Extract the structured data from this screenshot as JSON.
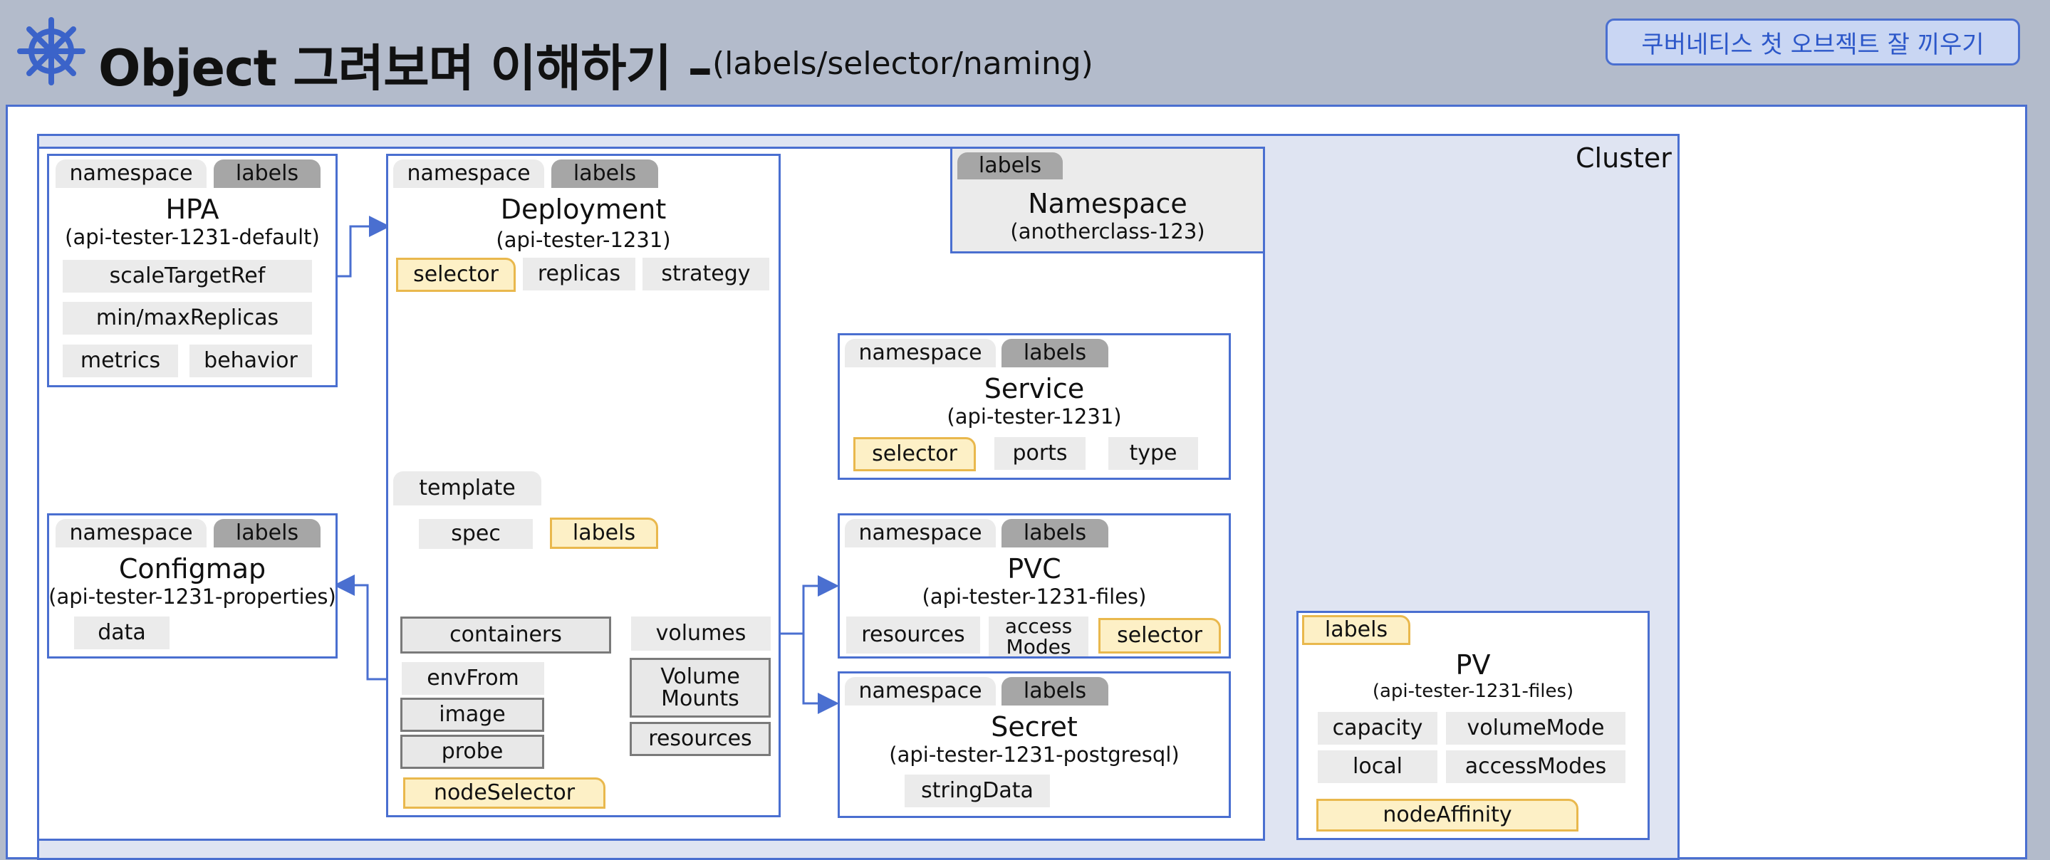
{
  "header": {
    "title": "Object 그려보며 이해하기 –",
    "subtitle": "(labels/selector/naming)",
    "badge": "쿠버네티스 첫 오브젝트 잘 끼우기"
  },
  "cluster": {
    "label": "Cluster"
  },
  "namespace_obj": {
    "labels": "labels",
    "name": "Namespace",
    "id": "(anotherclass-123)"
  },
  "hpa": {
    "namespace": "namespace",
    "labels": "labels",
    "name": "HPA",
    "id": "(api-tester-1231-default)",
    "fields": [
      "scaleTargetRef",
      "min/maxReplicas",
      "metrics",
      "behavior"
    ]
  },
  "configmap": {
    "namespace": "namespace",
    "labels": "labels",
    "name": "Configmap",
    "id": "(api-tester-1231-properties)",
    "fields": [
      "data"
    ]
  },
  "deployment": {
    "namespace": "namespace",
    "labels": "labels",
    "name": "Deployment",
    "id": "(api-tester-1231)",
    "selector": "selector",
    "replicas": "replicas",
    "strategy": "strategy",
    "template": "template",
    "spec": "spec",
    "template_labels": "labels",
    "containers": "containers",
    "volumes": "volumes",
    "envFrom": "envFrom",
    "image": "image",
    "probe": "probe",
    "volumeMounts": "Volume Mounts",
    "resources": "resources",
    "nodeSelector": "nodeSelector"
  },
  "service": {
    "namespace": "namespace",
    "labels": "labels",
    "name": "Service",
    "id": "(api-tester-1231)",
    "fields": [
      "selector",
      "ports",
      "type"
    ]
  },
  "pvc": {
    "namespace": "namespace",
    "labels": "labels",
    "name": "PVC",
    "id": "(api-tester-1231-files)",
    "fields": [
      "resources",
      "access Modes",
      "selector"
    ]
  },
  "secret": {
    "namespace": "namespace",
    "labels": "labels",
    "name": "Secret",
    "id": "(api-tester-1231-postgresql)",
    "fields": [
      "stringData"
    ]
  },
  "pv": {
    "labels": "labels",
    "name": "PV",
    "id": "(api-tester-1231-files)",
    "fields": [
      "capacity",
      "volumeMode",
      "local",
      "accessModes",
      "nodeAffinity"
    ]
  },
  "colors": {
    "border": "#4a6fd0",
    "chip": "#ebebeb",
    "tab_dark": "#a6a6a6",
    "highlight": "#fdf0c6",
    "highlight_border": "#e9b84d",
    "cluster_bg": "#dfe4f2",
    "page_bg": "#b3bbcb"
  },
  "icons": {
    "logo": "helm-wheel-icon"
  }
}
